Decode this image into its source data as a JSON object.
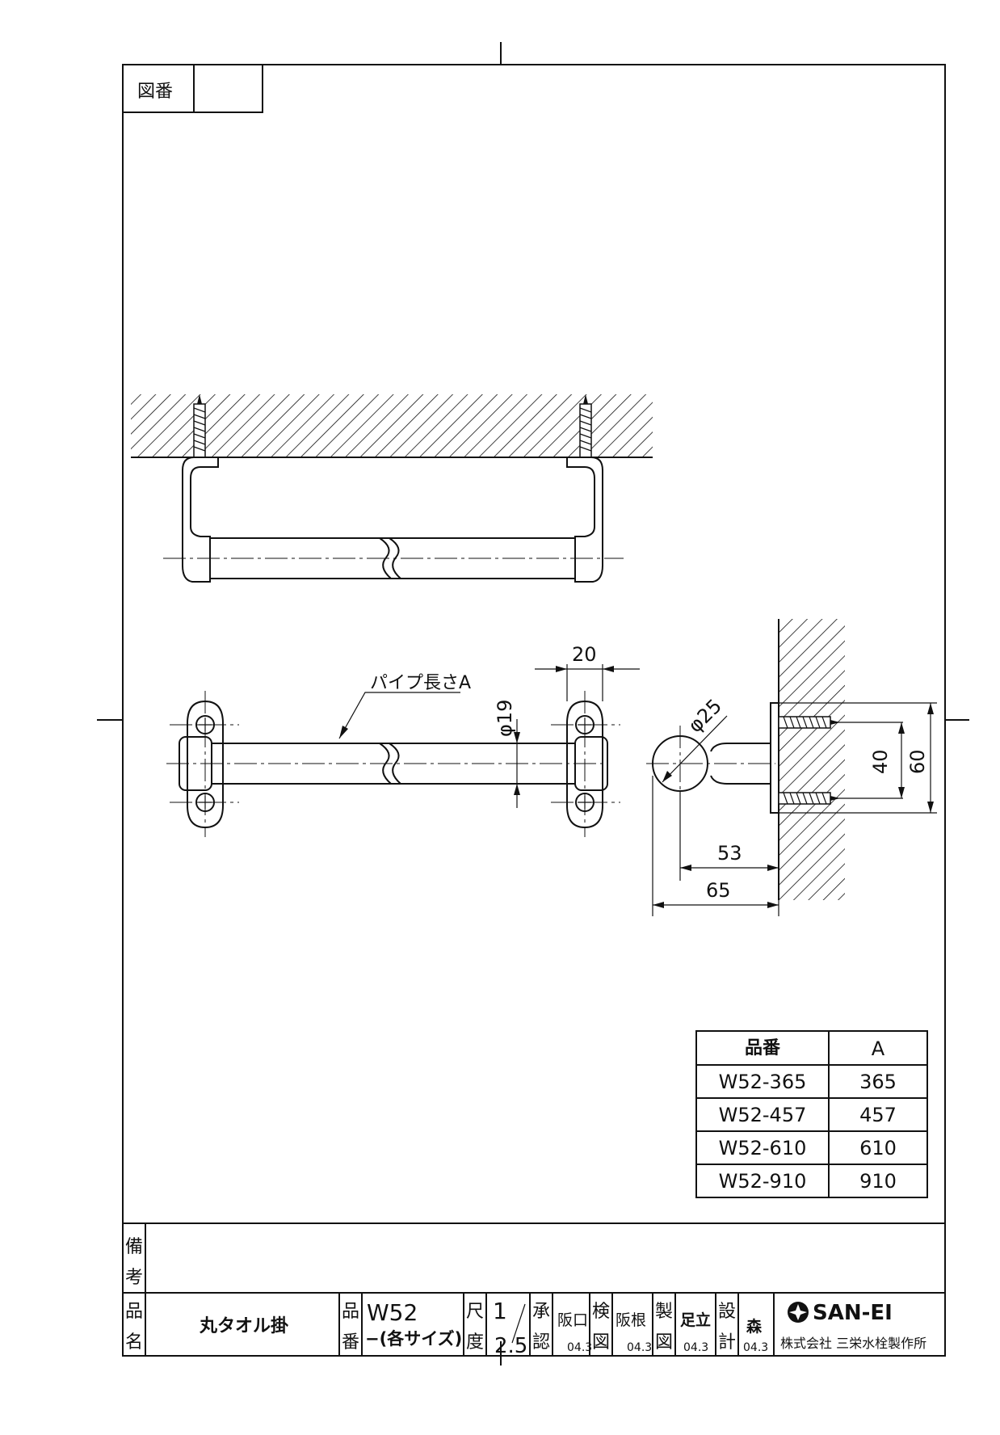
{
  "title_block": {
    "drawing_no_label": "図番",
    "drawing_no_value": "",
    "remarks_label": [
      "備",
      "考"
    ],
    "remarks_value": "",
    "product_name_label": [
      "品",
      "名"
    ],
    "product_name": "丸タオル掛",
    "product_no_label": [
      "品",
      "番"
    ],
    "product_no": "W52",
    "product_no_sub": "−(各サイズ)",
    "scale_label": [
      "尺",
      "度"
    ],
    "scale_num": "1",
    "scale_den": "2.5",
    "approve_label": [
      "承",
      "認"
    ],
    "approve_sign": "阪口",
    "approve_date": "04.3",
    "check_label": [
      "検",
      "図"
    ],
    "check_sign": "阪根",
    "check_date": "04.3",
    "draw_label": [
      "製",
      "図"
    ],
    "draw_sign": "足立",
    "draw_date": "04.3",
    "design_label": [
      "設",
      "計"
    ],
    "design_sign": "森",
    "design_date": "04.3",
    "logo_text": "SAN-EI",
    "company": "株式会社 三栄水栓製作所"
  },
  "annotations": {
    "pipe_length": "パイプ長さA",
    "dia_pipe": "φ19",
    "dia_end": "φ25",
    "dim_20": "20",
    "dim_40": "40",
    "dim_60": "60",
    "dim_53": "53",
    "dim_65": "65"
  },
  "size_table": {
    "headers": [
      "品番",
      "A"
    ],
    "rows": [
      [
        "W52-365",
        "365"
      ],
      [
        "W52-457",
        "457"
      ],
      [
        "W52-610",
        "610"
      ],
      [
        "W52-910",
        "910"
      ]
    ]
  }
}
